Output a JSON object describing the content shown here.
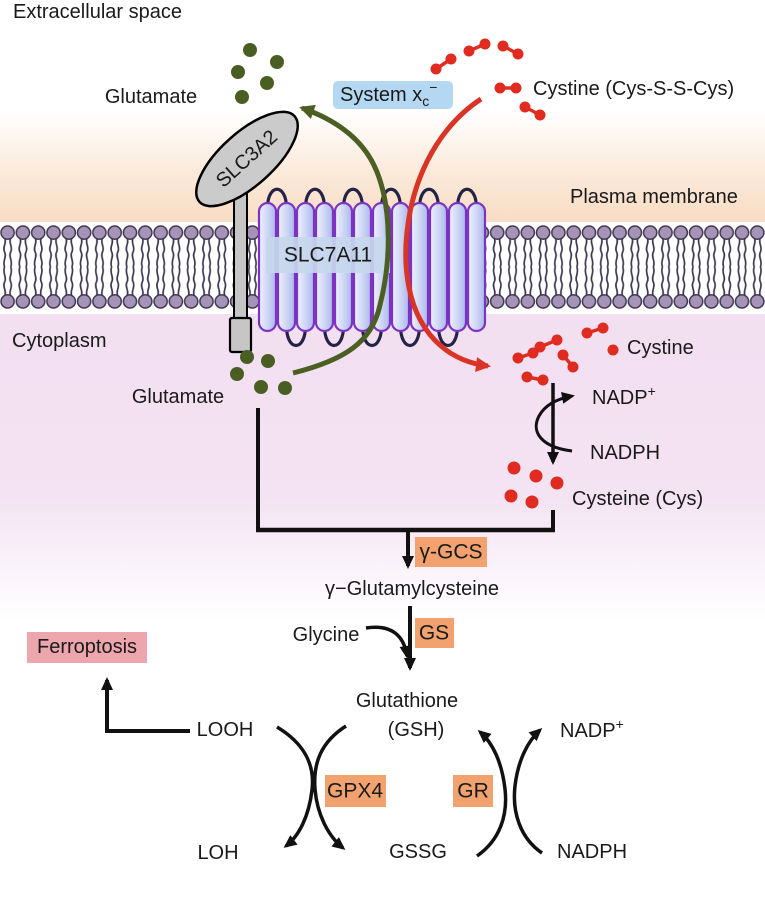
{
  "regions": {
    "extracellular": "Extracellular space",
    "plasma_membrane": "Plasma membrane",
    "cytoplasm": "Cytoplasm"
  },
  "transporter": {
    "system_main": "System x",
    "system_sub": "c",
    "system_sup": "−",
    "slc7a11": "SLC7A11",
    "slc3a2": "SLC3A2"
  },
  "labels": {
    "glutamate_out": "Glutamate",
    "glutamate_in": "Glutamate",
    "cystine_out": "Cystine (Cys-S-S-Cys)",
    "cystine_in": "Cystine",
    "cysteine": "Cysteine (Cys)",
    "nadp": "NADP",
    "nadp_plus": "+",
    "nadph": "NADPH",
    "gamma_glutamylcysteine": "γ−Glutamylcysteine",
    "glycine": "Glycine",
    "glutathione": "Glutathione",
    "gsh": "(GSH)",
    "looh": "LOOH",
    "loh": "LOH",
    "gssg": "GSSG",
    "ferroptosis": "Ferroptosis"
  },
  "enzymes": {
    "ggcs": "γ-GCS",
    "gs": "GS",
    "gpx4": "GPX4",
    "gr": "GR"
  },
  "colors": {
    "extracellular_text": "#c4512f",
    "cytoplasm_text": "#d6403a",
    "plasma_membrane_text": "#9a4bc8",
    "system_xc_text": "#3d79c0",
    "system_xc_bg": "#b5d8f2",
    "enzyme_box": "#f1a26f",
    "enzyme_text": "#7f2a10",
    "ferroptosis_box": "#eda6ad",
    "ferroptosis_text": "#4f1519",
    "glutamate_dot": "#4a5e23",
    "cystine_dot": "#e02b20",
    "green_arrow": "#4b5f23",
    "red_arrow": "#d93425",
    "lipid_head": "#a593b8",
    "transporter_outline": "#7c33c2",
    "slc7a11_box": "#c7d7ec"
  }
}
